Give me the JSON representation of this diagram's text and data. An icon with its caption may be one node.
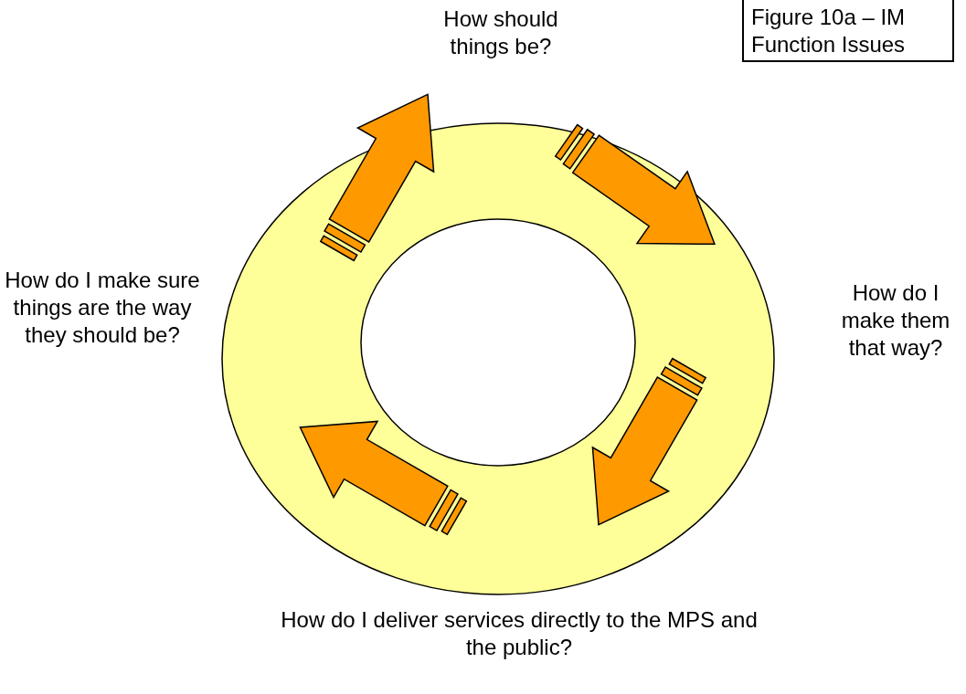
{
  "diagram": {
    "title": "Figure 10a – IM Function Issues",
    "labels": [
      "How should things be?",
      "How do I make sure things are the way they should be?",
      "How do I make them that way?",
      "How do I deliver services directly to the MPS and the public?"
    ]
  }
}
